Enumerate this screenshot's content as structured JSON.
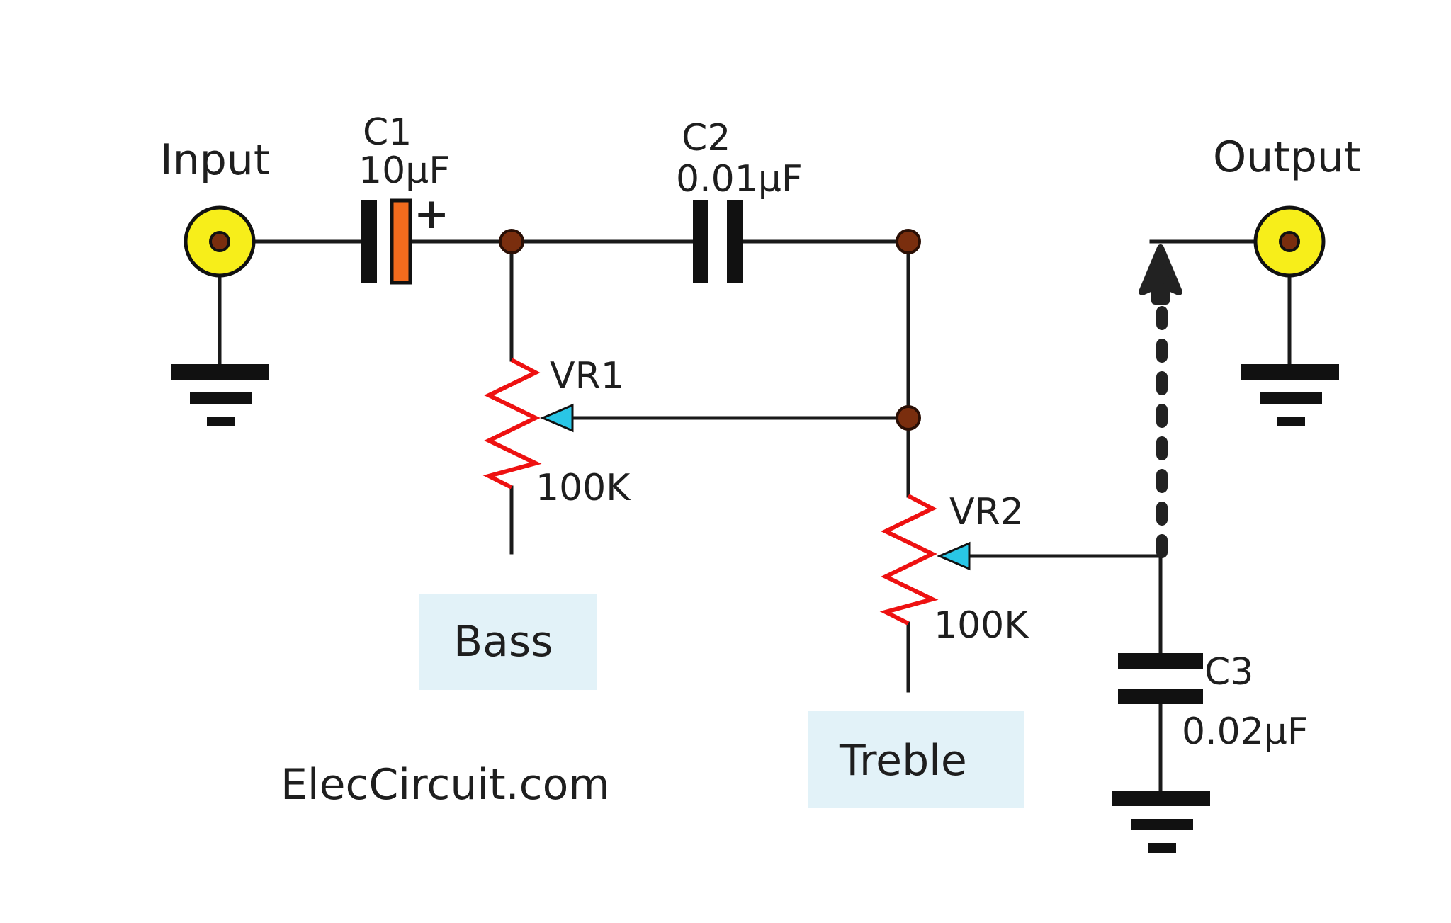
{
  "labels": {
    "input": "Input",
    "output": "Output",
    "c1_name": "C1",
    "c1_value": "10μF",
    "c1_polarity": "+",
    "c2_name": "C2",
    "c2_value": "0.01μF",
    "c3_name": "C3",
    "c3_value": "0.02μF",
    "vr1_name": "VR1",
    "vr1_value": "100K",
    "vr2_name": "VR2",
    "vr2_value": "100K",
    "bass": "Bass",
    "treble": "Treble",
    "brand": "ElecCircuit.com"
  },
  "colors": {
    "wire": "#1a1a1a",
    "resistor": "#ee1111",
    "wiper": "#29c6e6",
    "jack": "#f7ee1a",
    "node": "#7a2e0e",
    "c1_electrolyte": "#f26b1d",
    "label_box": "#e2f2f8"
  }
}
